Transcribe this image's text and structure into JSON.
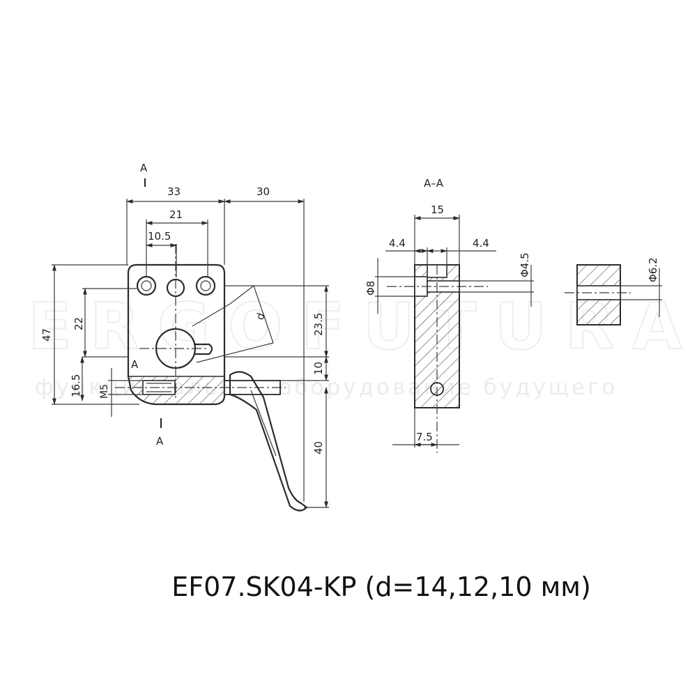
{
  "watermark": {
    "brand": "ERGOFUTURA",
    "tagline": "функциональное оборудование будущего"
  },
  "section_labels": {
    "a_top": "A",
    "a_bottom": "A",
    "a_inner": "A",
    "section_title": "A–A"
  },
  "dimensions": {
    "width_33": "33",
    "width_30": "30",
    "width_21": "21",
    "width_10_5": "10.5",
    "height_47": "47",
    "height_22": "22",
    "height_16_5": "16.5",
    "thread_m5": "M5",
    "height_23_5": "23.5",
    "height_10": "10",
    "height_40": "40",
    "diameter_d": "d",
    "section_width_15": "15",
    "section_4_4_left": "4.4",
    "section_4_4_right": "4.4",
    "section_phi8": "Φ8",
    "section_phi4_5": "Φ4.5",
    "section_7_5": "7.5",
    "detail_phi6_2": "Φ6.2"
  },
  "caption": "EF07.SK04-KP (d=14,12,10 мм)"
}
